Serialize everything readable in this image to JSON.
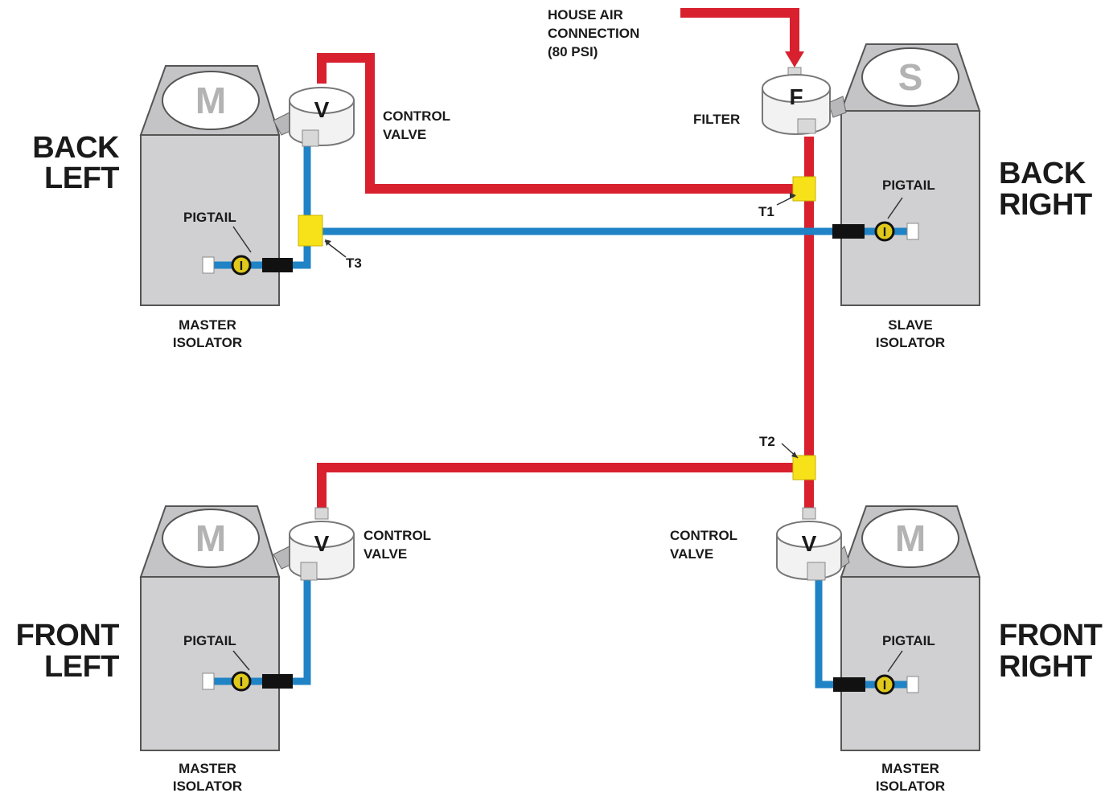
{
  "labels": {
    "back_left_1": "BACK",
    "back_left_2": "LEFT",
    "back_right_1": "BACK",
    "back_right_2": "RIGHT",
    "front_left_1": "FRONT",
    "front_left_2": "LEFT",
    "front_right_1": "FRONT",
    "front_right_2": "RIGHT",
    "house_air_1": "HOUSE AIR",
    "house_air_2": "CONNECTION",
    "house_air_3": "(80 PSI)",
    "filter": "FILTER",
    "control_valve_1": "CONTROL",
    "control_valve_2": "VALVE",
    "pigtail": "PIGTAIL",
    "master_1": "MASTER",
    "slave_1": "SLAVE",
    "isolator": "ISOLATOR",
    "t1": "T1",
    "t2": "T2",
    "t3": "T3"
  },
  "isolator_letters": {
    "master": "M",
    "slave": "S"
  },
  "component_letters": {
    "valve": "V",
    "filter": "F",
    "pigtail": "I"
  },
  "colors": {
    "supply_line": "#d8202e",
    "pilot_line": "#1f83c6",
    "tee": "#f7e21a",
    "isolator_body": "#d0d0d2",
    "isolator_top": "#c4c4c6",
    "isolator_outline": "#555555",
    "black_fitting": "#111111"
  }
}
